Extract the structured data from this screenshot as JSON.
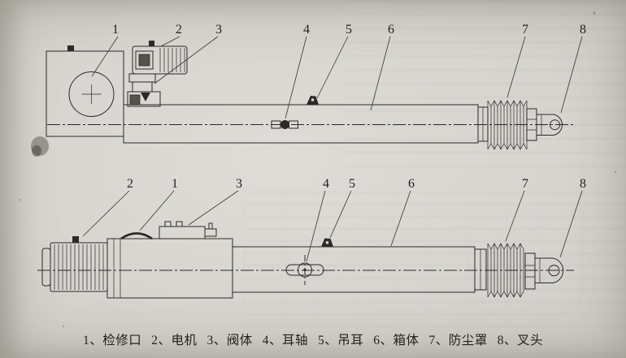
{
  "page": {
    "paper_color": "#d7d5cf",
    "ink_color": "#2b2a27"
  },
  "callouts": {
    "top": [
      "1",
      "2",
      "3",
      "4",
      "5",
      "6",
      "7",
      "8"
    ],
    "bottom": [
      "2",
      "1",
      "3",
      "4",
      "5",
      "6",
      "7",
      "8"
    ]
  },
  "caption": {
    "items": [
      "1、检修口",
      "2、电机",
      "3、阀体",
      "4、耳轴",
      "5、吊耳",
      "6、箱体",
      "7、防尘罩",
      "8、叉头"
    ]
  }
}
